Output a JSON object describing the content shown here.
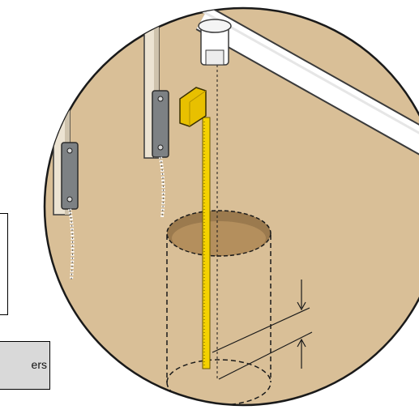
{
  "callouts": {
    "bottom_text": "ers"
  },
  "colors": {
    "floor": "#d9bf97",
    "floor_outline": "#1a1a1a",
    "pipe": "#ffffff",
    "tape": "#f4d200",
    "weight": "#e8c000",
    "bracket": "#7d8184",
    "post": "#ece3d2",
    "callout_fill": "#d9d9d9"
  },
  "icons": {
    "left_bracket": "wall-bracket",
    "tape": "measuring-tape",
    "weight": "tape-weight",
    "pipe": "overhead-pipe"
  }
}
